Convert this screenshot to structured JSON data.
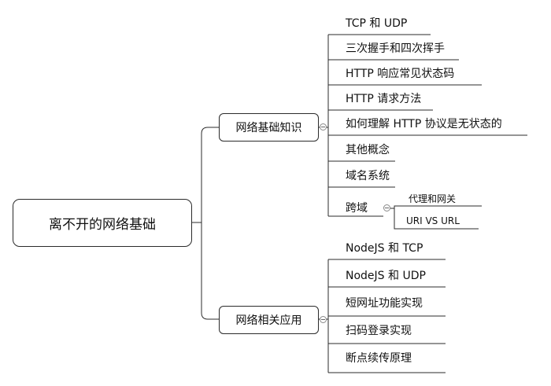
{
  "root": {
    "label": "离不开的网络基础"
  },
  "branches": [
    {
      "label": "网络基础知识",
      "children": [
        {
          "label": "TCP 和 UDP"
        },
        {
          "label": "三次握手和四次挥手"
        },
        {
          "label": "HTTP 响应常见状态码"
        },
        {
          "label": "HTTP 请求方法"
        },
        {
          "label": "如何理解 HTTP 协议是无状态的"
        },
        {
          "label": "其他概念"
        },
        {
          "label": "域名系统"
        },
        {
          "label": "跨域",
          "children": [
            {
              "label": "代理和网关"
            },
            {
              "label": "URI VS URL"
            }
          ]
        }
      ]
    },
    {
      "label": "网络相关应用",
      "children": [
        {
          "label": "NodeJS 和 TCP"
        },
        {
          "label": "NodeJS 和 UDP"
        },
        {
          "label": "短网址功能实现"
        },
        {
          "label": "扫码登录实现"
        },
        {
          "label": "断点续传原理"
        }
      ]
    }
  ]
}
